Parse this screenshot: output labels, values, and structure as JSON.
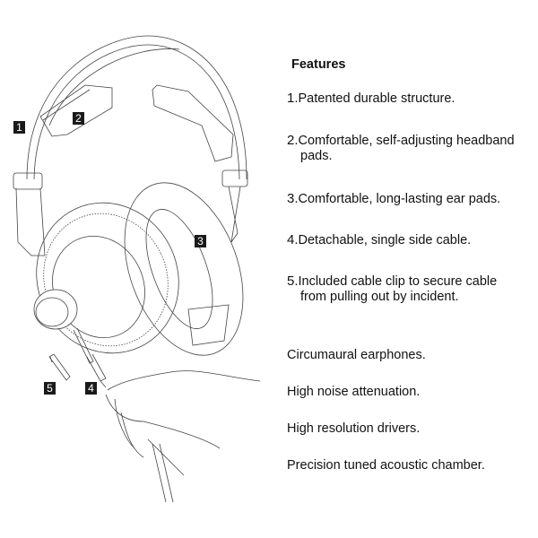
{
  "callouts": [
    "1",
    "2",
    "3",
    "4",
    "5"
  ],
  "features": {
    "heading": "Features",
    "items": [
      {
        "num": "1.",
        "lines": [
          "Patented durable structure."
        ]
      },
      {
        "num": "2.",
        "lines": [
          "Comfortable, self-adjusting headband",
          "pads."
        ]
      },
      {
        "num": "3.",
        "lines": [
          "Comfortable, long-lasting ear pads."
        ]
      },
      {
        "num": "4.",
        "lines": [
          "Detachable, single side cable."
        ]
      },
      {
        "num": "5.",
        "lines": [
          "Included cable clip to secure cable",
          "from pulling out by incident."
        ]
      }
    ]
  },
  "highlights": [
    "Circumaural earphones.",
    "High noise attenuation.",
    "High resolution drivers.",
    "Precision tuned acoustic chamber."
  ]
}
